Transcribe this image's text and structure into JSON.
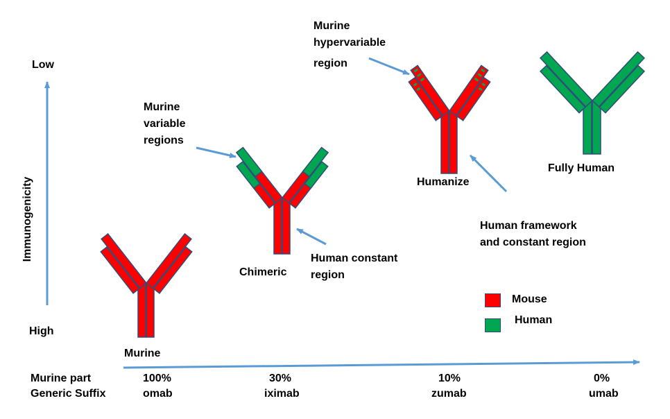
{
  "axis": {
    "y_label": "Immunogenicity",
    "low": "Low",
    "high": "High"
  },
  "rows": {
    "murine_part": "Murine part",
    "generic_suffix": "Generic Suffix"
  },
  "columns": [
    {
      "percent": "100%",
      "suffix": "omab"
    },
    {
      "percent": "30%",
      "suffix": "iximab"
    },
    {
      "percent": "10%",
      "suffix": "zumab"
    },
    {
      "percent": "0%",
      "suffix": "umab"
    }
  ],
  "antibodies": {
    "murine": "Murine",
    "chimeric": "Chimeric",
    "humanize": "Humanize",
    "fully_human": "Fully Human"
  },
  "callouts": {
    "murine_variable": [
      "Murine",
      "variable",
      "regions"
    ],
    "human_constant": [
      "Human constant",
      "region"
    ],
    "murine_hypervariable": [
      "Murine",
      "hypervariable",
      "region"
    ],
    "human_framework": [
      "Human framework",
      "and constant region"
    ]
  },
  "legend": {
    "mouse": "Mouse",
    "human": "Human"
  },
  "colors": {
    "mouse": "#ff0000",
    "human": "#00a650",
    "outline": "#2f4e7a",
    "arrow": "#5b9bd5"
  }
}
